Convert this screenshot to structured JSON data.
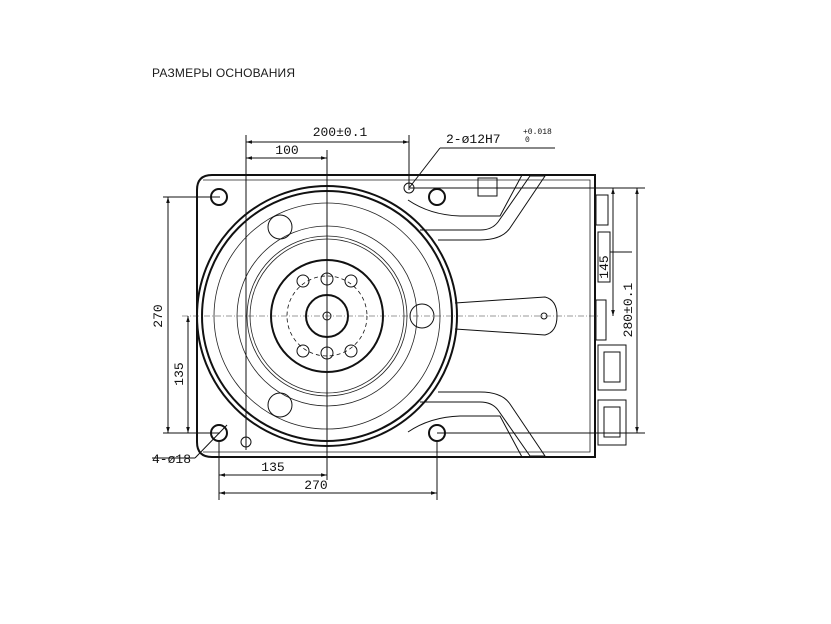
{
  "title": "РАЗМЕРЫ ОСНОВАНИЯ",
  "dimensions": {
    "pin_spacing": "200±0.1",
    "pin_offset": "100",
    "pin_hole_spec": "2-ø12H7",
    "pin_tol_upper": "+0.018",
    "pin_tol_lower": "0",
    "left_height": "270",
    "left_half": "135",
    "mount_holes": "4-ø18",
    "bottom_half": "135",
    "bottom_width": "270",
    "right_145": "145",
    "right_280": "280±0.1"
  }
}
